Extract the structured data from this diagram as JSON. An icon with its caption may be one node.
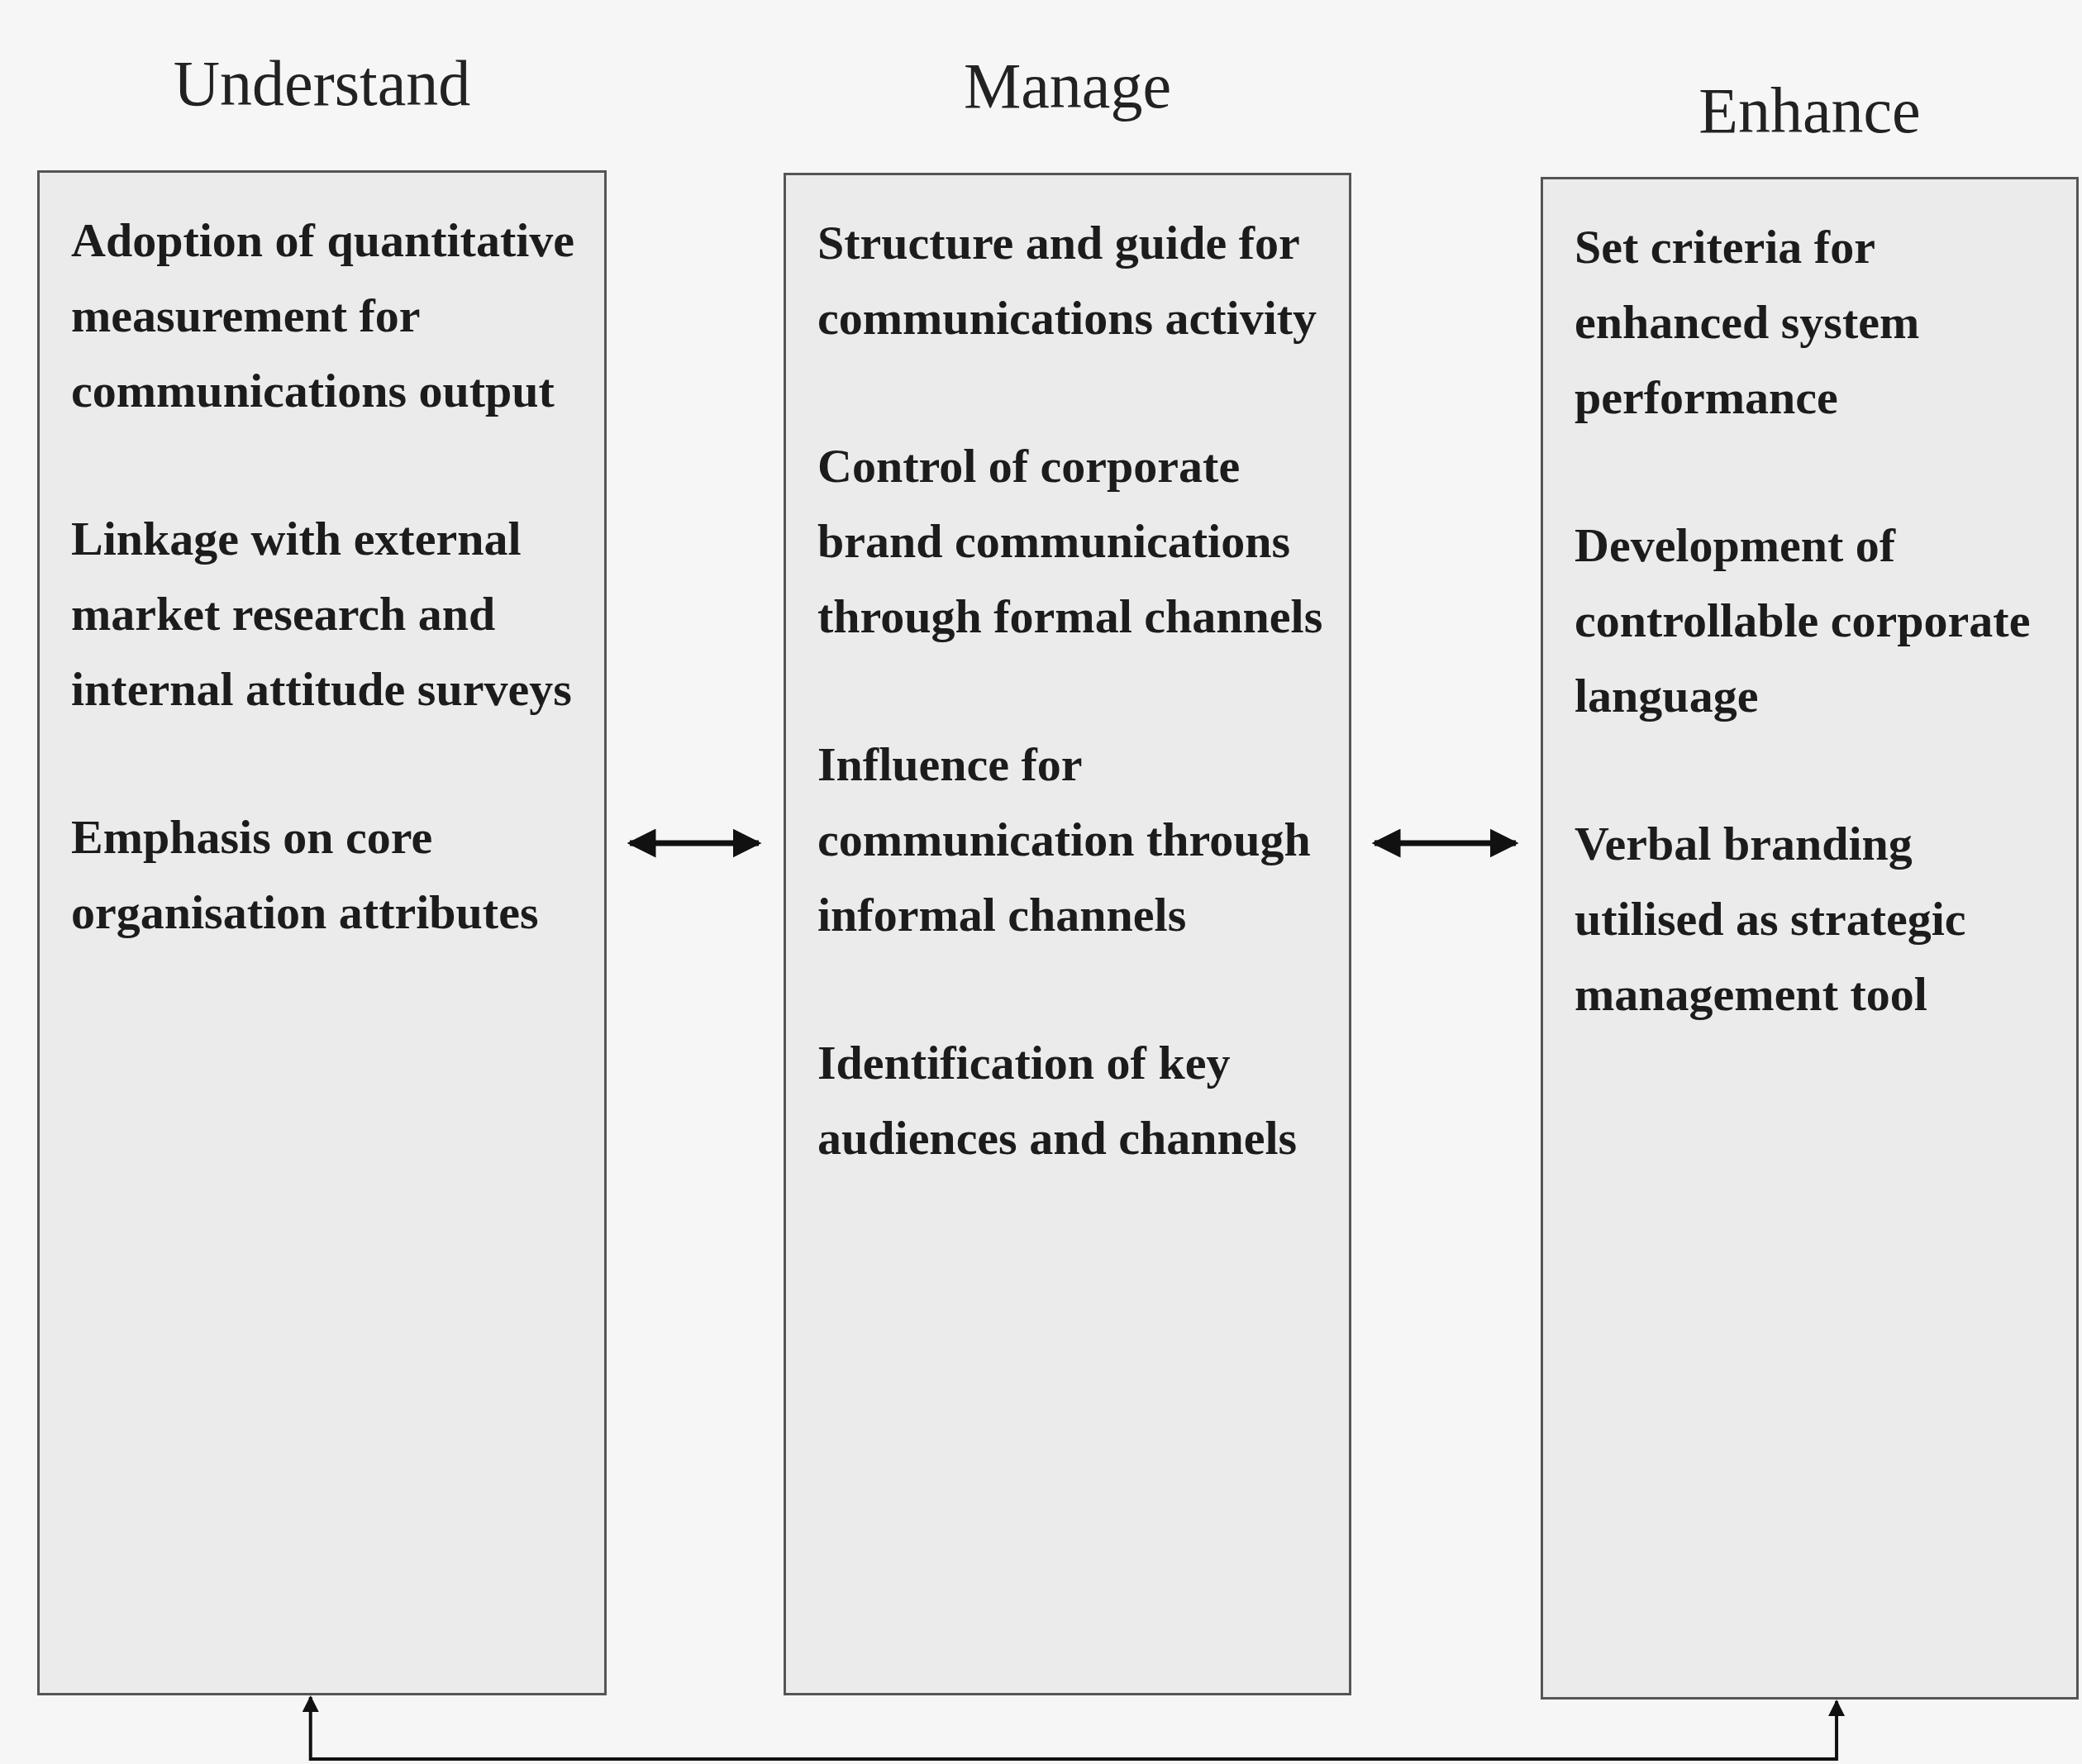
{
  "diagram": {
    "nodes": [
      {
        "text": [
          "Understand",
          "Adoption of quantitative measurement for communications output",
          "Linkage with external market research and internal attitude surveys",
          "Emphasis on core organisation attributes"
        ]
      },
      {
        "text": [
          "Manage",
          "Structure and guide for communications activity",
          "Control of corporate brand communications through formal channels",
          "Influence for communication through informal channels",
          "Identification of key audiences and channels"
        ]
      },
      {
        "text": [
          "Enhance",
          "Set criteria for enhanced system performance",
          "Development of controllable corporate language",
          "Verbal branding utilised as strategic management tool"
        ]
      }
    ],
    "edges": [
      {
        "from": 0,
        "to": 1,
        "arrow": "both"
      },
      {
        "from": 1,
        "to": 2,
        "arrow": "both"
      },
      {
        "from": 0,
        "to": 2,
        "arrow": "both"
      }
    ]
  }
}
